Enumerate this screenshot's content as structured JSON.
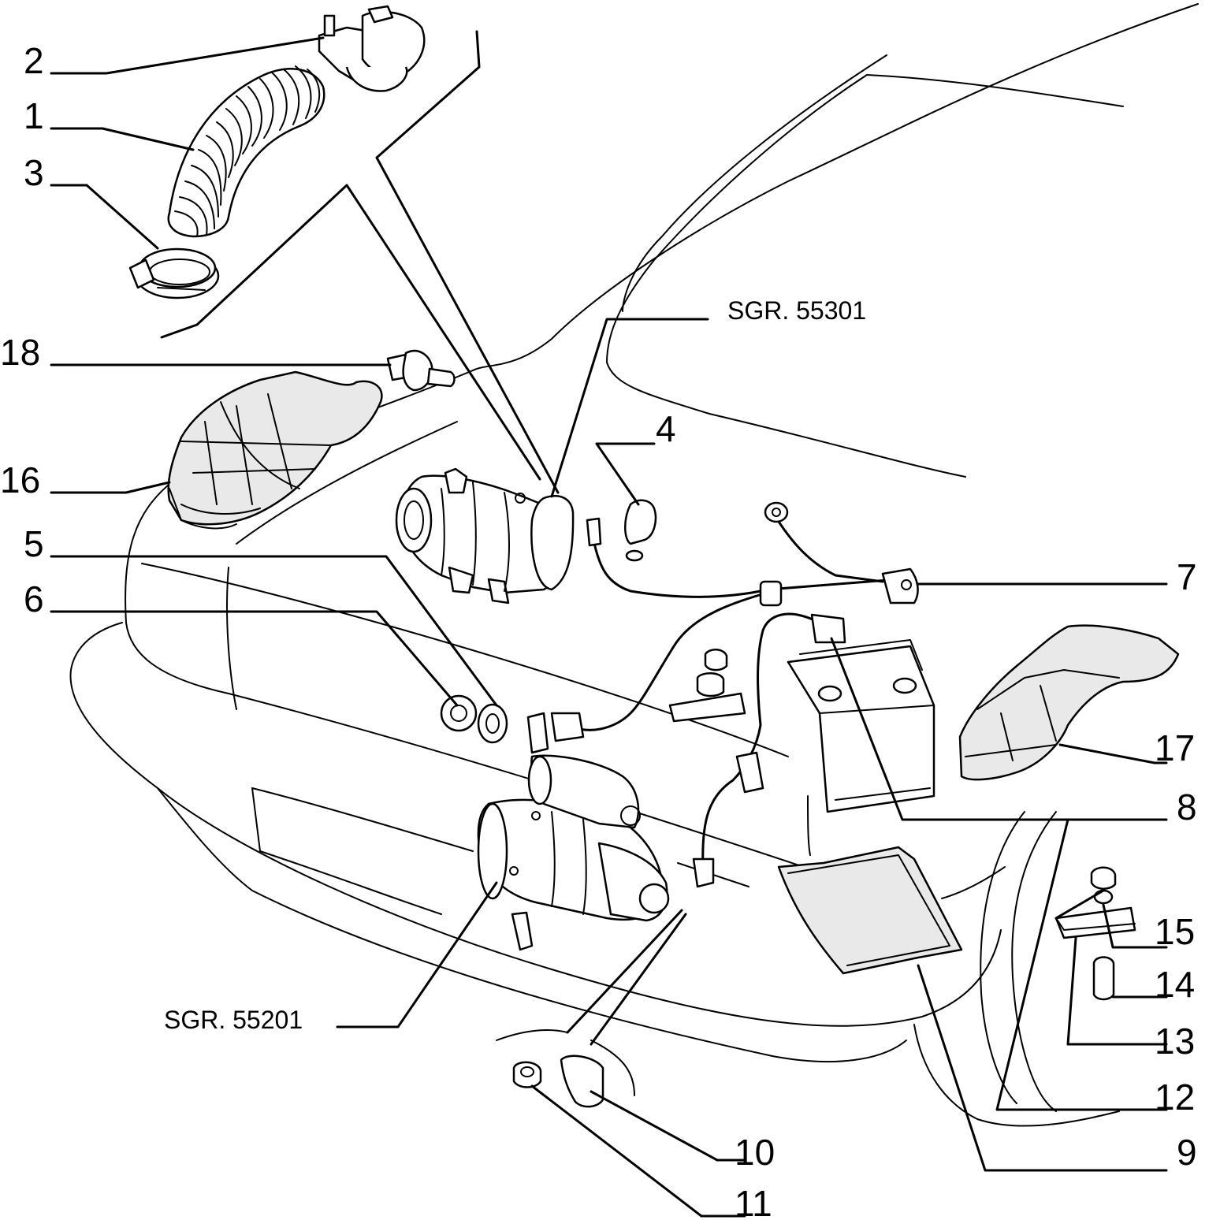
{
  "callouts": {
    "n1": "1",
    "n2": "2",
    "n3": "3",
    "n4": "4",
    "n5": "5",
    "n6": "6",
    "n7": "7",
    "n8": "8",
    "n9": "9",
    "n10": "10",
    "n11": "11",
    "n12": "12",
    "n13": "13",
    "n14": "14",
    "n15": "15",
    "n16": "16",
    "n17": "17",
    "n18": "18"
  },
  "references": {
    "alternator": "SGR. 55301",
    "starter": "SGR. 55201"
  }
}
